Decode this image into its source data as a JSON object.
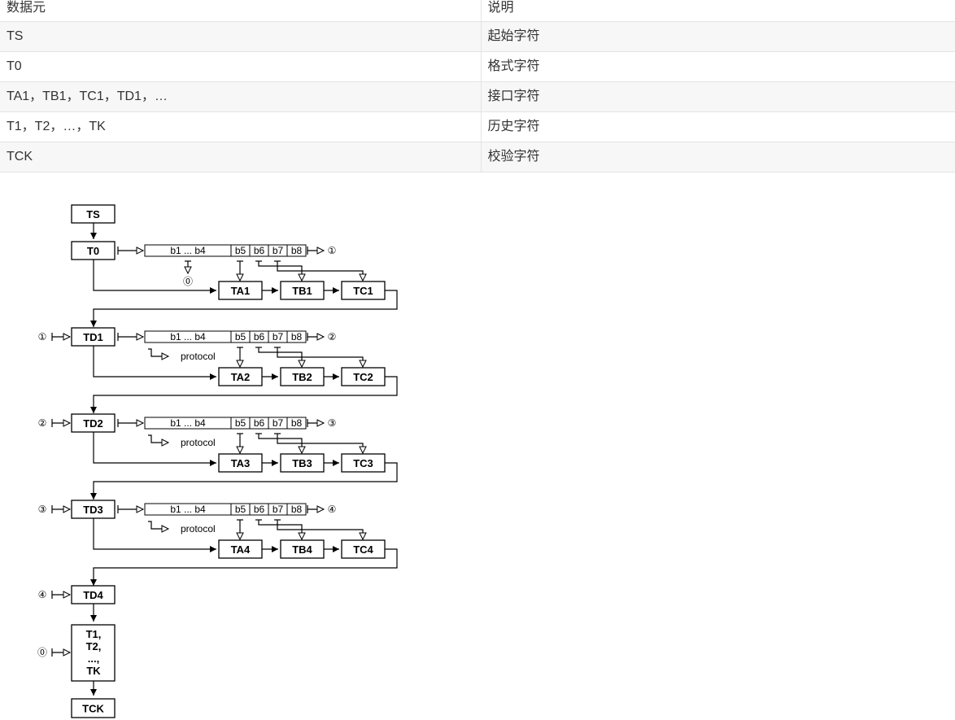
{
  "table": {
    "headers": [
      "数据元",
      "说明"
    ],
    "rows": [
      [
        "TS",
        "起始字符"
      ],
      [
        "T0",
        "格式字符"
      ],
      [
        "TA1，TB1，TC1，TD1，…",
        "接口字符"
      ],
      [
        "T1，T2，…，TK",
        "历史字符"
      ],
      [
        "TCK",
        "校验字符"
      ]
    ]
  },
  "diagram": {
    "start_box": "TS",
    "format_box": "T0",
    "bits_low": "b1 ... b4",
    "bits_high": [
      "b5",
      "b6",
      "b7",
      "b8"
    ],
    "protocol_label": "protocol",
    "blocks": [
      {
        "td": "T0",
        "in_marker": "",
        "out_marker": "1",
        "low_target": "0",
        "interface": [
          "TA1",
          "TB1",
          "TC1"
        ]
      },
      {
        "td": "TD1",
        "in_marker": "1",
        "out_marker": "2",
        "low_target": "protocol",
        "interface": [
          "TA2",
          "TB2",
          "TC2"
        ]
      },
      {
        "td": "TD2",
        "in_marker": "2",
        "out_marker": "3",
        "low_target": "protocol",
        "interface": [
          "TA3",
          "TB3",
          "TC3"
        ]
      },
      {
        "td": "TD3",
        "in_marker": "3",
        "out_marker": "4",
        "low_target": "protocol",
        "interface": [
          "TA4",
          "TB4",
          "TC4"
        ]
      }
    ],
    "final_td": {
      "label": "TD4",
      "in_marker": "4"
    },
    "historical": {
      "in_marker": "0",
      "lines": [
        "T1,",
        "T2,",
        "...,",
        "TK"
      ]
    },
    "check_box": "TCK"
  }
}
